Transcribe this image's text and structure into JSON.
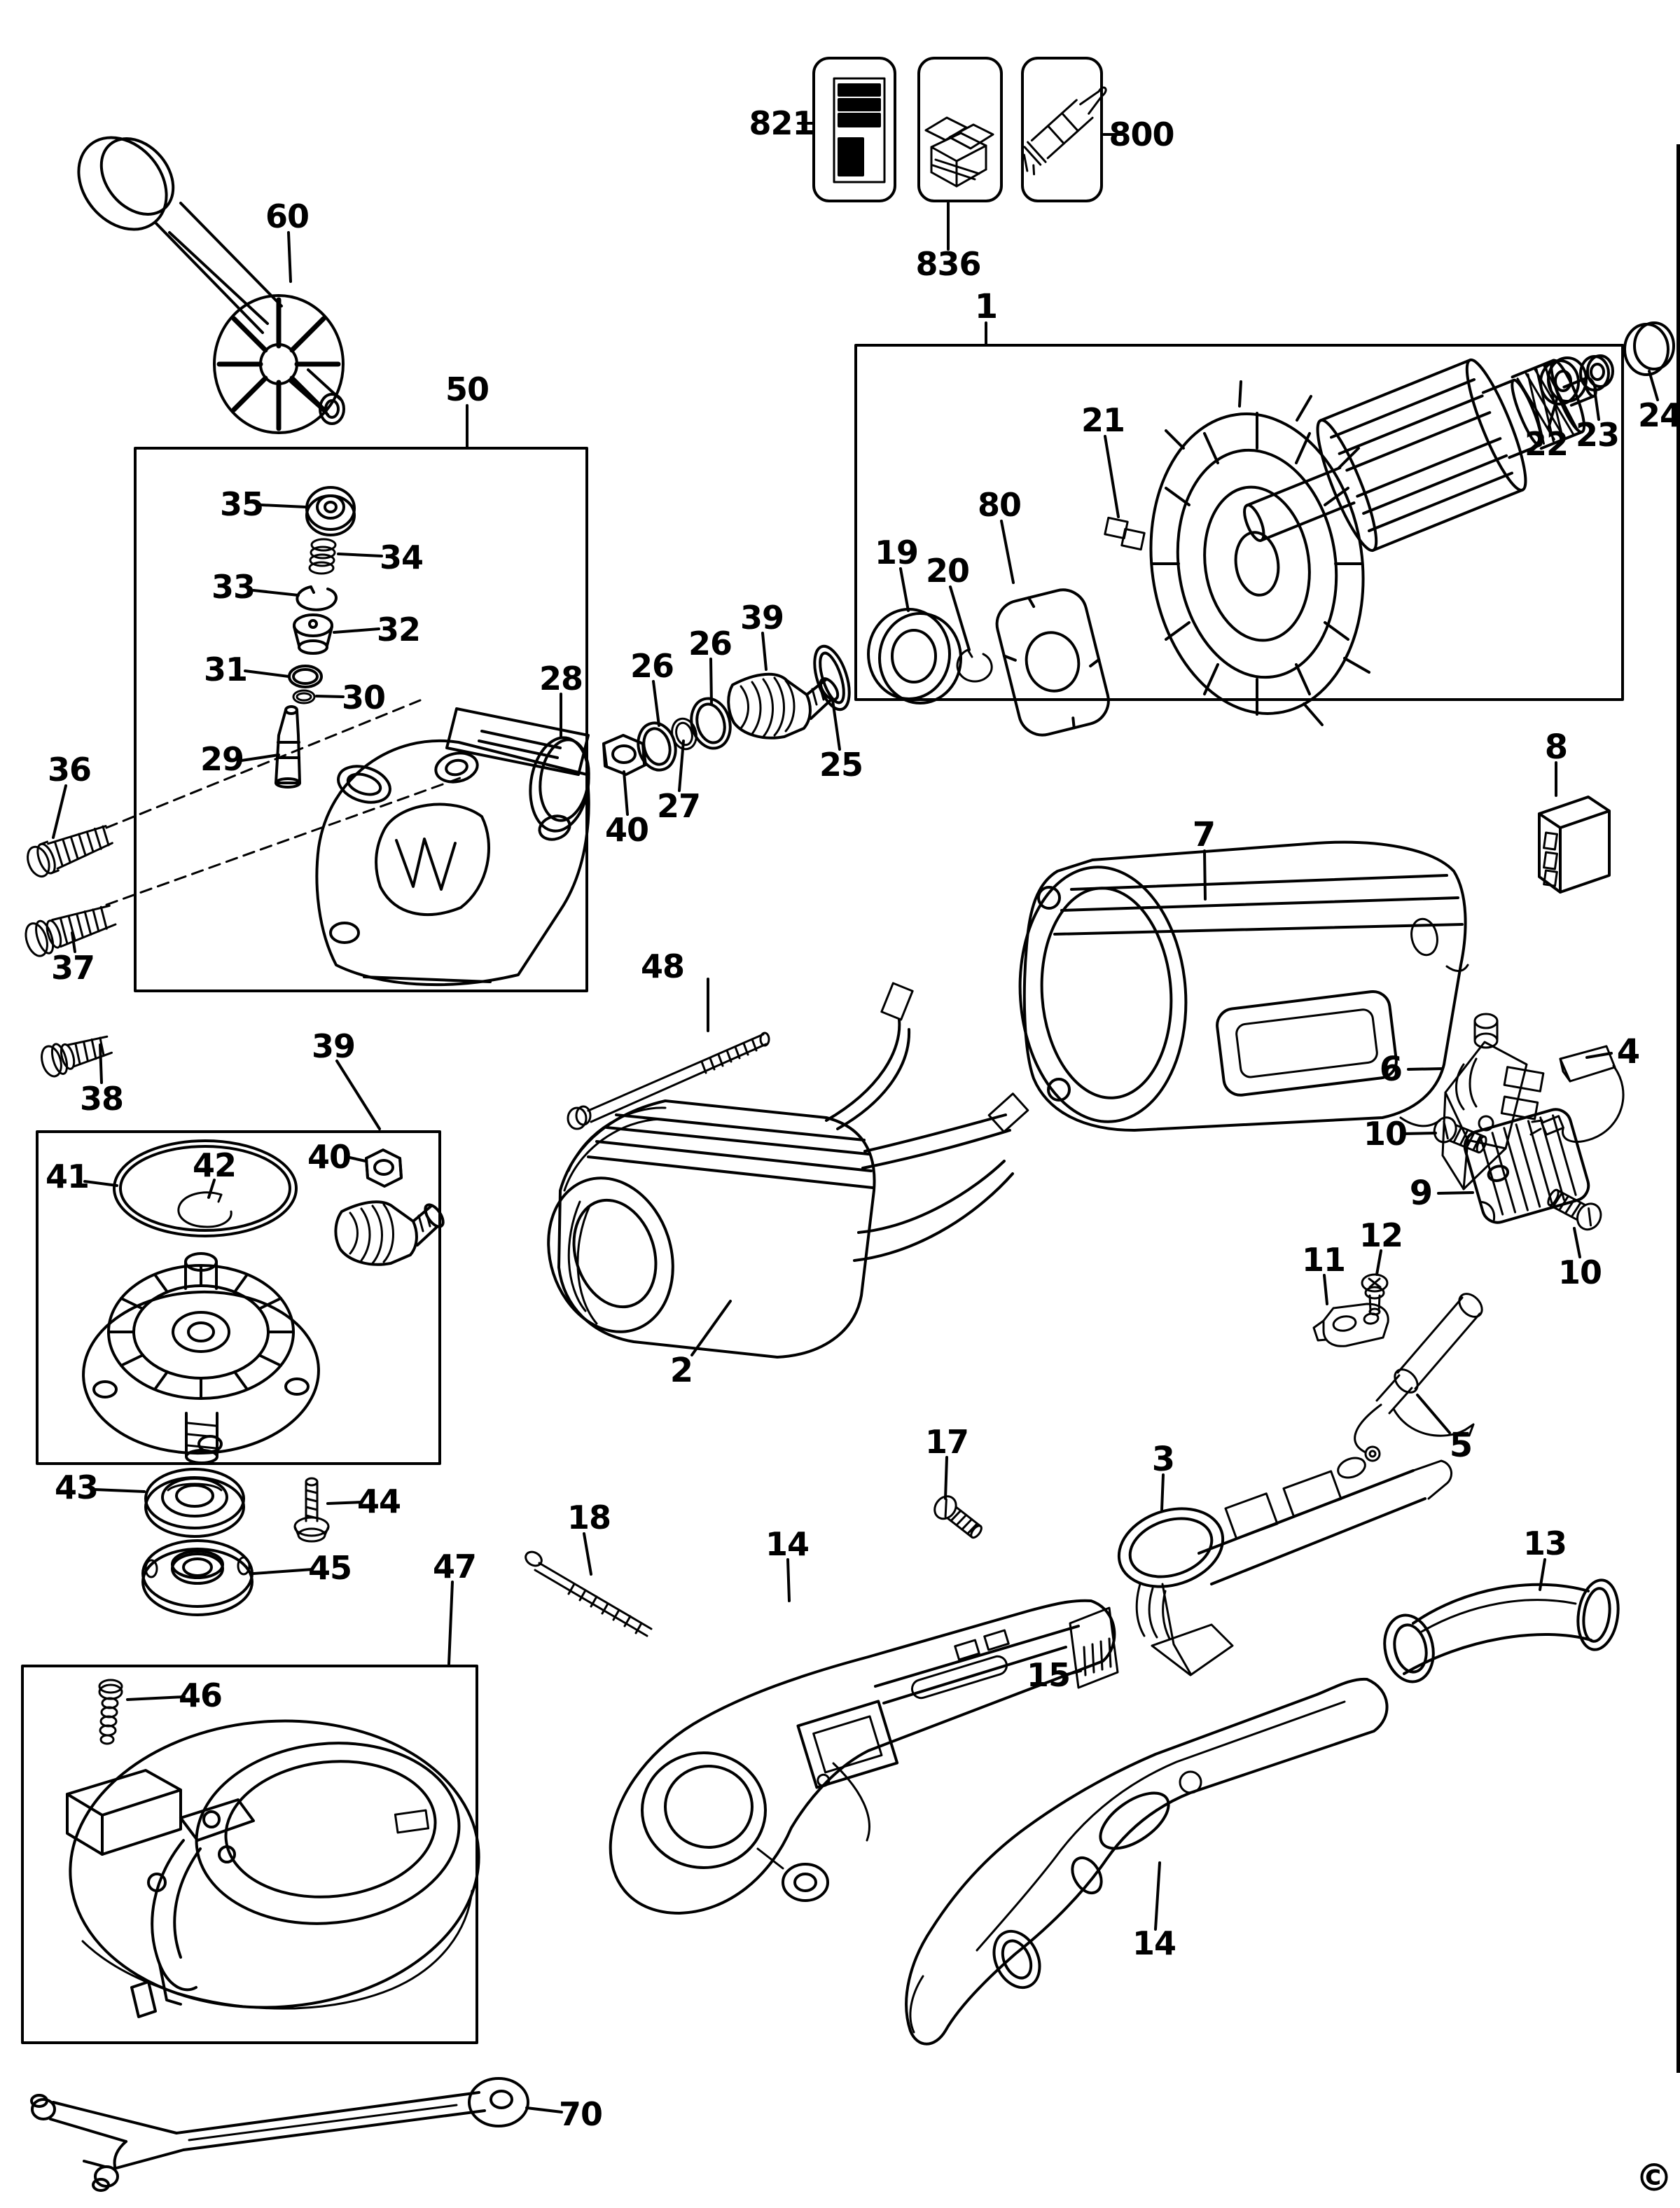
{
  "diagram": {
    "type": "exploded-parts-diagram",
    "copyright": "©",
    "callouts": [
      {
        "id": "c821",
        "label": "821"
      },
      {
        "id": "c836",
        "label": "836"
      },
      {
        "id": "c800",
        "label": "800"
      },
      {
        "id": "c60",
        "label": "60"
      },
      {
        "id": "c50",
        "label": "50"
      },
      {
        "id": "c1",
        "label": "1"
      },
      {
        "id": "c35",
        "label": "35"
      },
      {
        "id": "c34",
        "label": "34"
      },
      {
        "id": "c33",
        "label": "33"
      },
      {
        "id": "c32",
        "label": "32"
      },
      {
        "id": "c31",
        "label": "31"
      },
      {
        "id": "c30",
        "label": "30"
      },
      {
        "id": "c29",
        "label": "29"
      },
      {
        "id": "c28",
        "label": "28"
      },
      {
        "id": "c36",
        "label": "36"
      },
      {
        "id": "c37",
        "label": "37"
      },
      {
        "id": "c38",
        "label": "38"
      },
      {
        "id": "c19",
        "label": "19"
      },
      {
        "id": "c20",
        "label": "20"
      },
      {
        "id": "c80",
        "label": "80"
      },
      {
        "id": "c21",
        "label": "21"
      },
      {
        "id": "c22",
        "label": "22"
      },
      {
        "id": "c23",
        "label": "23"
      },
      {
        "id": "c24",
        "label": "24"
      },
      {
        "id": "c26a",
        "label": "26"
      },
      {
        "id": "c26b",
        "label": "26"
      },
      {
        "id": "c39a",
        "label": "39"
      },
      {
        "id": "c25",
        "label": "25"
      },
      {
        "id": "c40a",
        "label": "40"
      },
      {
        "id": "c27",
        "label": "27"
      },
      {
        "id": "c7",
        "label": "7"
      },
      {
        "id": "c8",
        "label": "8"
      },
      {
        "id": "c48",
        "label": "48"
      },
      {
        "id": "c2",
        "label": "2"
      },
      {
        "id": "c4",
        "label": "4"
      },
      {
        "id": "c6",
        "label": "6"
      },
      {
        "id": "c10a",
        "label": "10"
      },
      {
        "id": "c9",
        "label": "9"
      },
      {
        "id": "c10b",
        "label": "10"
      },
      {
        "id": "c12",
        "label": "12"
      },
      {
        "id": "c11",
        "label": "11"
      },
      {
        "id": "c5",
        "label": "5"
      },
      {
        "id": "c39b",
        "label": "39"
      },
      {
        "id": "c40b",
        "label": "40"
      },
      {
        "id": "c41",
        "label": "41"
      },
      {
        "id": "c42",
        "label": "42"
      },
      {
        "id": "c43",
        "label": "43"
      },
      {
        "id": "c44",
        "label": "44"
      },
      {
        "id": "c45",
        "label": "45"
      },
      {
        "id": "c47",
        "label": "47"
      },
      {
        "id": "c46",
        "label": "46"
      },
      {
        "id": "c17",
        "label": "17"
      },
      {
        "id": "c18",
        "label": "18"
      },
      {
        "id": "c14a",
        "label": "14"
      },
      {
        "id": "c3",
        "label": "3"
      },
      {
        "id": "c15",
        "label": "15"
      },
      {
        "id": "c13",
        "label": "13"
      },
      {
        "id": "c14b",
        "label": "14"
      },
      {
        "id": "c70",
        "label": "70"
      }
    ],
    "line_color": "#000000",
    "background_color": "#ffffff"
  }
}
